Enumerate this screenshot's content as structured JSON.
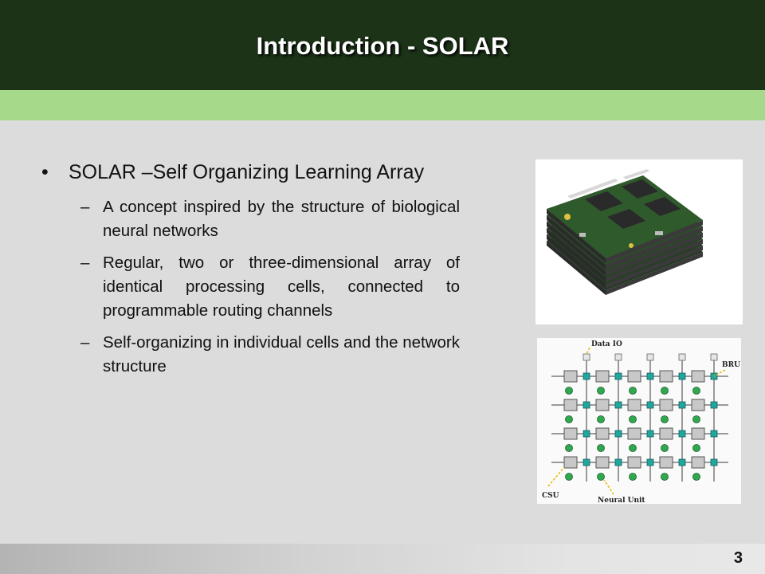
{
  "slide": {
    "title": "Introduction - SOLAR",
    "page_number": "3"
  },
  "bullets": [
    {
      "text": "SOLAR –Self Organizing Learning Array",
      "subitems": [
        "A concept inspired by the structure of biological neural networks",
        "Regular, two or three-dimensional array of identical processing cells, connected to programmable routing channels",
        "Self-organizing in individual cells and the network structure"
      ]
    }
  ],
  "markers": {
    "bullet": "•",
    "sub": "–"
  },
  "diagram": {
    "label_data_io": "Data IO",
    "label_bru": "BRU",
    "label_csu": "CSU",
    "label_neural_unit": "Neural Unit"
  },
  "colors": {
    "header": "#1c3318",
    "accent": "#a6da8a",
    "background": "#dcdcdc",
    "diagram_node": "#2fa84f",
    "diagram_switch": "#1fa7a0"
  }
}
